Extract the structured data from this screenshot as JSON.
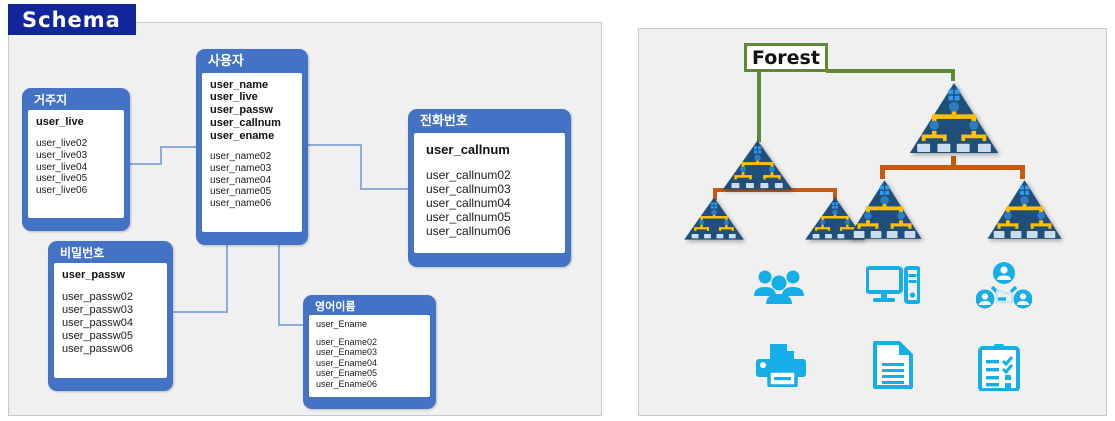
{
  "banner": {
    "title": "Schema"
  },
  "colors": {
    "banner_bg": "#12269B",
    "panel_bg": "#F0F0F0",
    "panel_border": "#C9C9C9",
    "entity_blue": "#4472C4",
    "connector_blue": "#8FAADC",
    "forest_green": "#5E8A38",
    "tree_orange": "#C55A11",
    "tree_navy": "#1F4E79",
    "tree_yellow": "#FFC000",
    "icon_cyan": "#16AEE8"
  },
  "left_panel": {
    "name": "schema-diagram",
    "entities": [
      {
        "id": "residence",
        "title": "거주지",
        "primary_key": "user_live",
        "attributes": [
          "user_live02",
          "user_live03",
          "user_live04",
          "user_live05",
          "user_live06"
        ]
      },
      {
        "id": "user",
        "title": "사용자",
        "primary_keys": [
          "user_name",
          "user_live",
          "user_passw",
          "user_callnum",
          "user_ename"
        ],
        "attributes": [
          "user_name02",
          "user_name03",
          "user_name04",
          "user_name05",
          "user_name06"
        ]
      },
      {
        "id": "phone",
        "title": "전화번호",
        "primary_key": "user_callnum",
        "attributes": [
          "user_callnum02",
          "user_callnum03",
          "user_callnum04",
          "user_callnum05",
          "user_callnum06"
        ]
      },
      {
        "id": "password",
        "title": "비밀번호",
        "primary_key": "user_passw",
        "attributes": [
          "user_passw02",
          "user_passw03",
          "user_passw04",
          "user_passw05",
          "user_passw06"
        ]
      },
      {
        "id": "engname",
        "title": "영어이름",
        "primary_key": "user_Ename",
        "attributes": [
          "user_Ename02",
          "user_Ename03",
          "user_Ename04",
          "user_Ename05",
          "user_Ename06"
        ]
      }
    ]
  },
  "right_panel": {
    "name": "forest-domain-diagram",
    "root_label": "Forest",
    "tree_nodes": [
      {
        "id": "tree-left-root",
        "role": "domain-tree",
        "size": "medium"
      },
      {
        "id": "tree-left-child-1",
        "role": "domain-tree",
        "size": "small"
      },
      {
        "id": "tree-left-child-2",
        "role": "domain-tree",
        "size": "small"
      },
      {
        "id": "tree-right-root",
        "role": "domain-tree",
        "size": "large"
      },
      {
        "id": "tree-right-child-1",
        "role": "domain-tree",
        "size": "medium"
      },
      {
        "id": "tree-right-child-2",
        "role": "domain-tree",
        "size": "medium"
      }
    ],
    "icons": [
      {
        "id": "users-group-icon",
        "label": "users-group"
      },
      {
        "id": "desktop-computer-icon",
        "label": "desktop-computer"
      },
      {
        "id": "shared-folder-users-icon",
        "label": "shared-folder-users"
      },
      {
        "id": "printer-icon",
        "label": "printer"
      },
      {
        "id": "document-icon",
        "label": "document"
      },
      {
        "id": "clipboard-checklist-icon",
        "label": "clipboard-checklist"
      }
    ]
  }
}
